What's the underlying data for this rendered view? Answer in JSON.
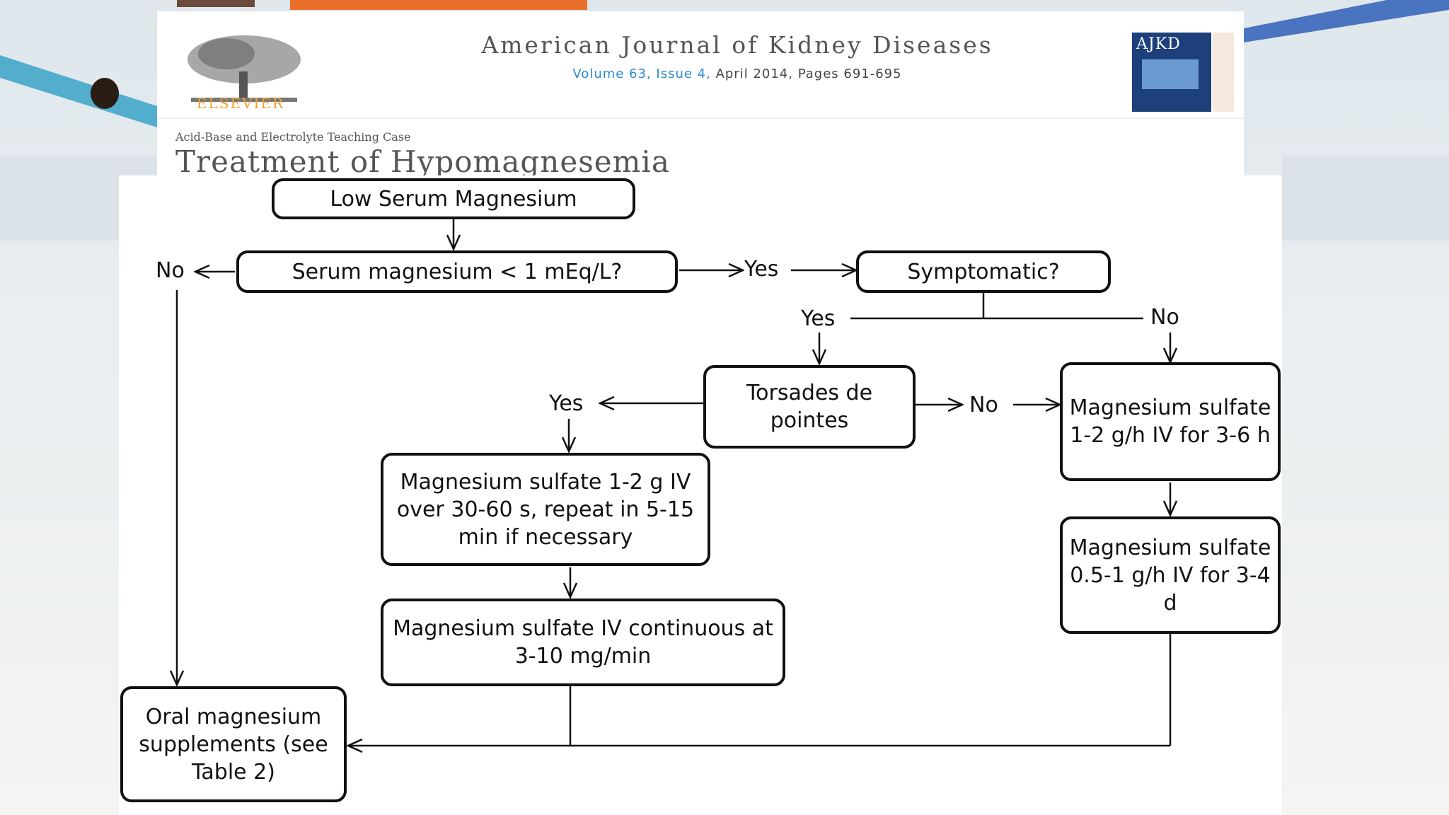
{
  "journal": {
    "publisher_logo_text": "ELSEVIER",
    "name": "American Journal of Kidney Diseases",
    "issue_link": "Volume 63, Issue 4,",
    "issue_rest": " April 2014, Pages 691-695",
    "cover_title": "AJKD",
    "case_type": "Acid-Base and Electrolyte Teaching Case",
    "article_title": "Treatment of Hypomagnesemia"
  },
  "flowchart": {
    "nodes": {
      "low_serum": "Low Serum Magnesium",
      "serum_check": "Serum magnesium < 1 mEq/L?",
      "symptomatic": "Symptomatic?",
      "torsades": "Torsades de pointes",
      "mg_bolus": "Magnesium sulfate 1-2 g IV over 30-60 s, repeat in 5-15 min if necessary",
      "mg_continuous": "Magnesium sulfate IV continuous at 3-10 mg/min",
      "mg_1_2": "Magnesium sulfate 1-2 g/h IV for 3-6 h",
      "mg_05_1": "Magnesium sulfate 0.5-1 g/h IV for 3-4 d",
      "oral": "Oral magnesium supplements (see Table 2)"
    },
    "labels": {
      "serum_no": "No",
      "serum_yes": "Yes",
      "symptomatic_yes": "Yes",
      "symptomatic_no": "No",
      "torsades_yes": "Yes",
      "torsades_no": "No"
    }
  },
  "colors": {
    "box_border": "#111111",
    "publisher_orange": "#f0a030",
    "issue_link_blue": "#2a8bd0",
    "cover_blue": "#1d3f7a"
  }
}
